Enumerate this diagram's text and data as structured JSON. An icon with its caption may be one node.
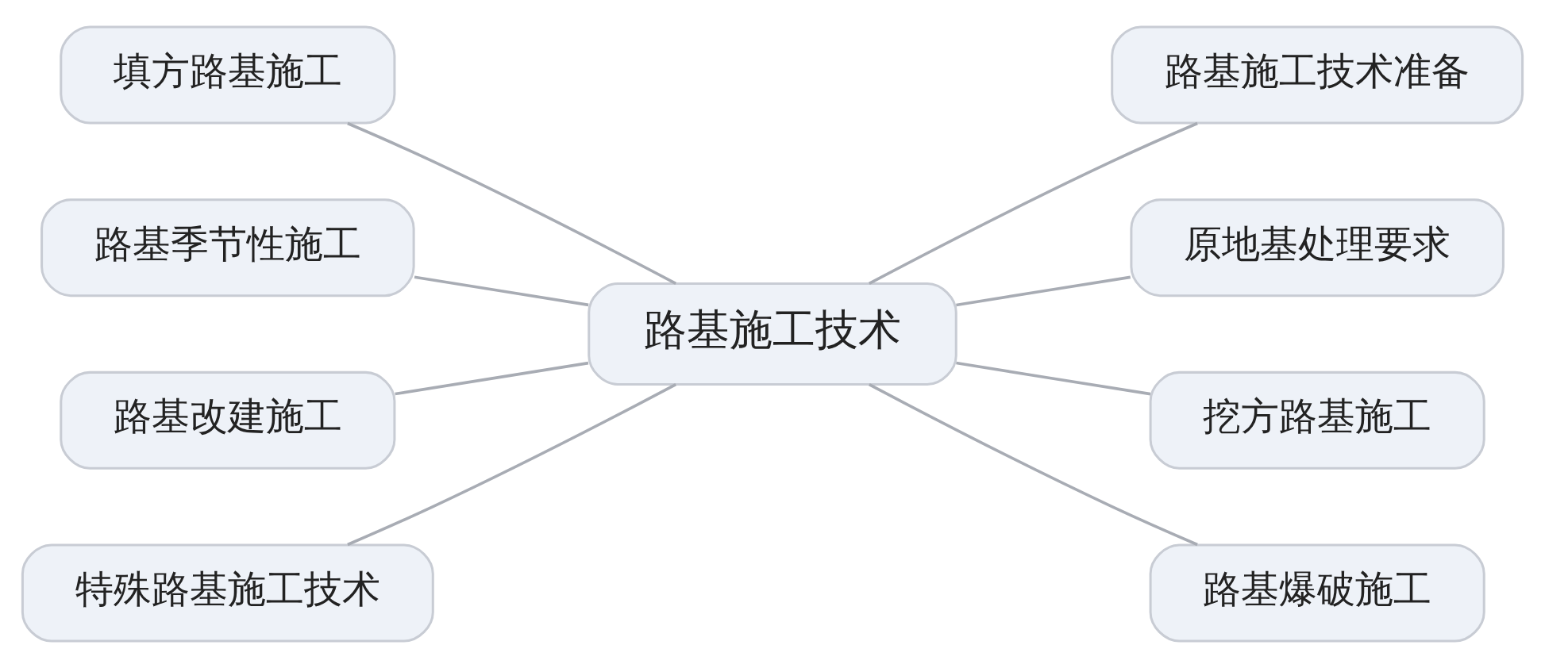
{
  "diagram": {
    "nodes": [
      {
        "text": [
          "路基施工技术"
        ]
      },
      {
        "text": [
          "填方路基施工"
        ]
      },
      {
        "text": [
          "路基季节性施工"
        ]
      },
      {
        "text": [
          "路基改建施工"
        ]
      },
      {
        "text": [
          "特殊路基施工技术"
        ]
      },
      {
        "text": [
          "路基施工技术准备"
        ]
      },
      {
        "text": [
          "原地基处理要求"
        ]
      },
      {
        "text": [
          "挖方路基施工"
        ]
      },
      {
        "text": [
          "路基爆破施工"
        ]
      }
    ],
    "edges": [
      {
        "from": 1,
        "to": 0,
        "arrow": "none"
      },
      {
        "from": 2,
        "to": 0,
        "arrow": "none"
      },
      {
        "from": 3,
        "to": 0,
        "arrow": "none"
      },
      {
        "from": 4,
        "to": 0,
        "arrow": "none"
      },
      {
        "from": 0,
        "to": 5,
        "arrow": "none"
      },
      {
        "from": 0,
        "to": 6,
        "arrow": "none"
      },
      {
        "from": 0,
        "to": 7,
        "arrow": "none"
      },
      {
        "from": 0,
        "to": 8,
        "arrow": "none"
      }
    ]
  }
}
